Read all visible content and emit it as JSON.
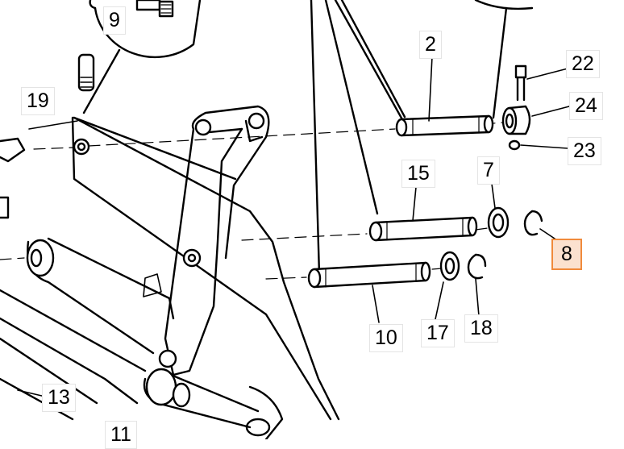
{
  "diagram": {
    "labels": [
      "9",
      "19",
      "2",
      "22",
      "24",
      "23",
      "7",
      "15",
      "8",
      "10",
      "17",
      "18",
      "13",
      "11"
    ],
    "highlighted_label": "8",
    "highlight_color": "#f08a3c",
    "highlight_fill": "#fbe1cf",
    "line_color": "#000000"
  }
}
